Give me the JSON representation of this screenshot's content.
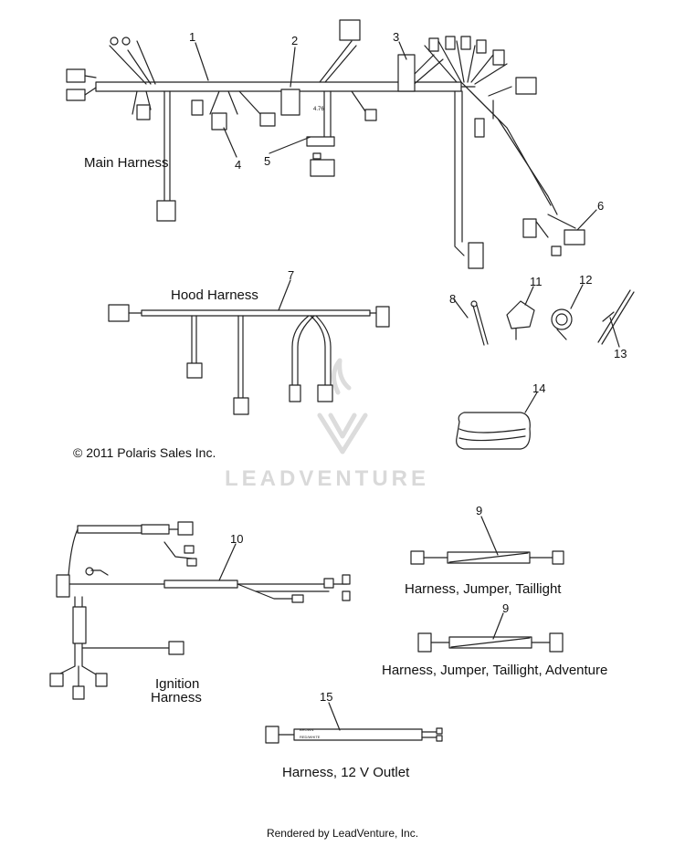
{
  "titles": {
    "main_harness": "Main Harness",
    "hood_harness": "Hood Harness",
    "ignition_harness_line1": "Ignition",
    "ignition_harness_line2": "Harness"
  },
  "captions": {
    "jumper_taillight": "Harness, Jumper, Taillight",
    "jumper_taillight_adventure": "Harness, Jumper, Taillight, Adventure",
    "outlet_12v": "Harness, 12 V Outlet"
  },
  "callouts": [
    "1",
    "2",
    "3",
    "4",
    "5",
    "6",
    "7",
    "8",
    "9",
    "10",
    "11",
    "12",
    "13",
    "14",
    "15"
  ],
  "connector_tag": "4.76",
  "copyright": "© 2011 Polaris Sales Inc.",
  "watermark": "LEADVENTURE",
  "footer": "Rendered by LeadVenture, Inc."
}
